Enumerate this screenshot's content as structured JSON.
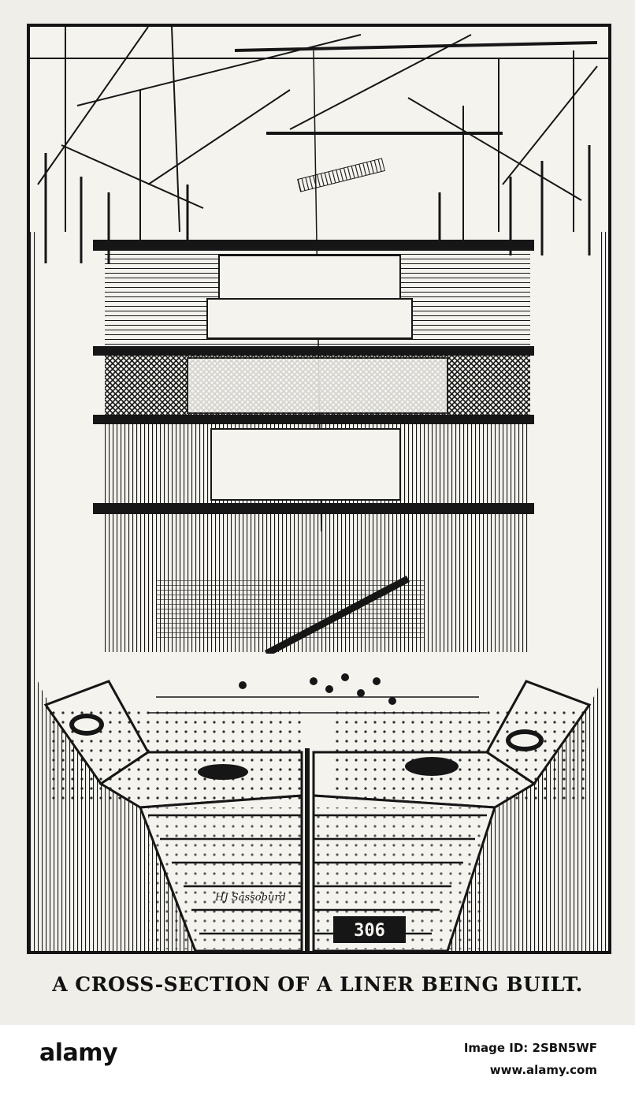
{
  "illustration": {
    "caption": "A CROSS-SECTION OF A LINER BEING BUILT.",
    "hull_number": "306",
    "signature": "HJ Sassoburd"
  },
  "footer": {
    "brand": "alamy",
    "image_id": "Image ID: 2SBN5WF",
    "site": "www.alamy.com"
  },
  "colors": {
    "ink": "#141414",
    "paper": "#f4f3ee",
    "footer_bg": "#ffffff"
  }
}
